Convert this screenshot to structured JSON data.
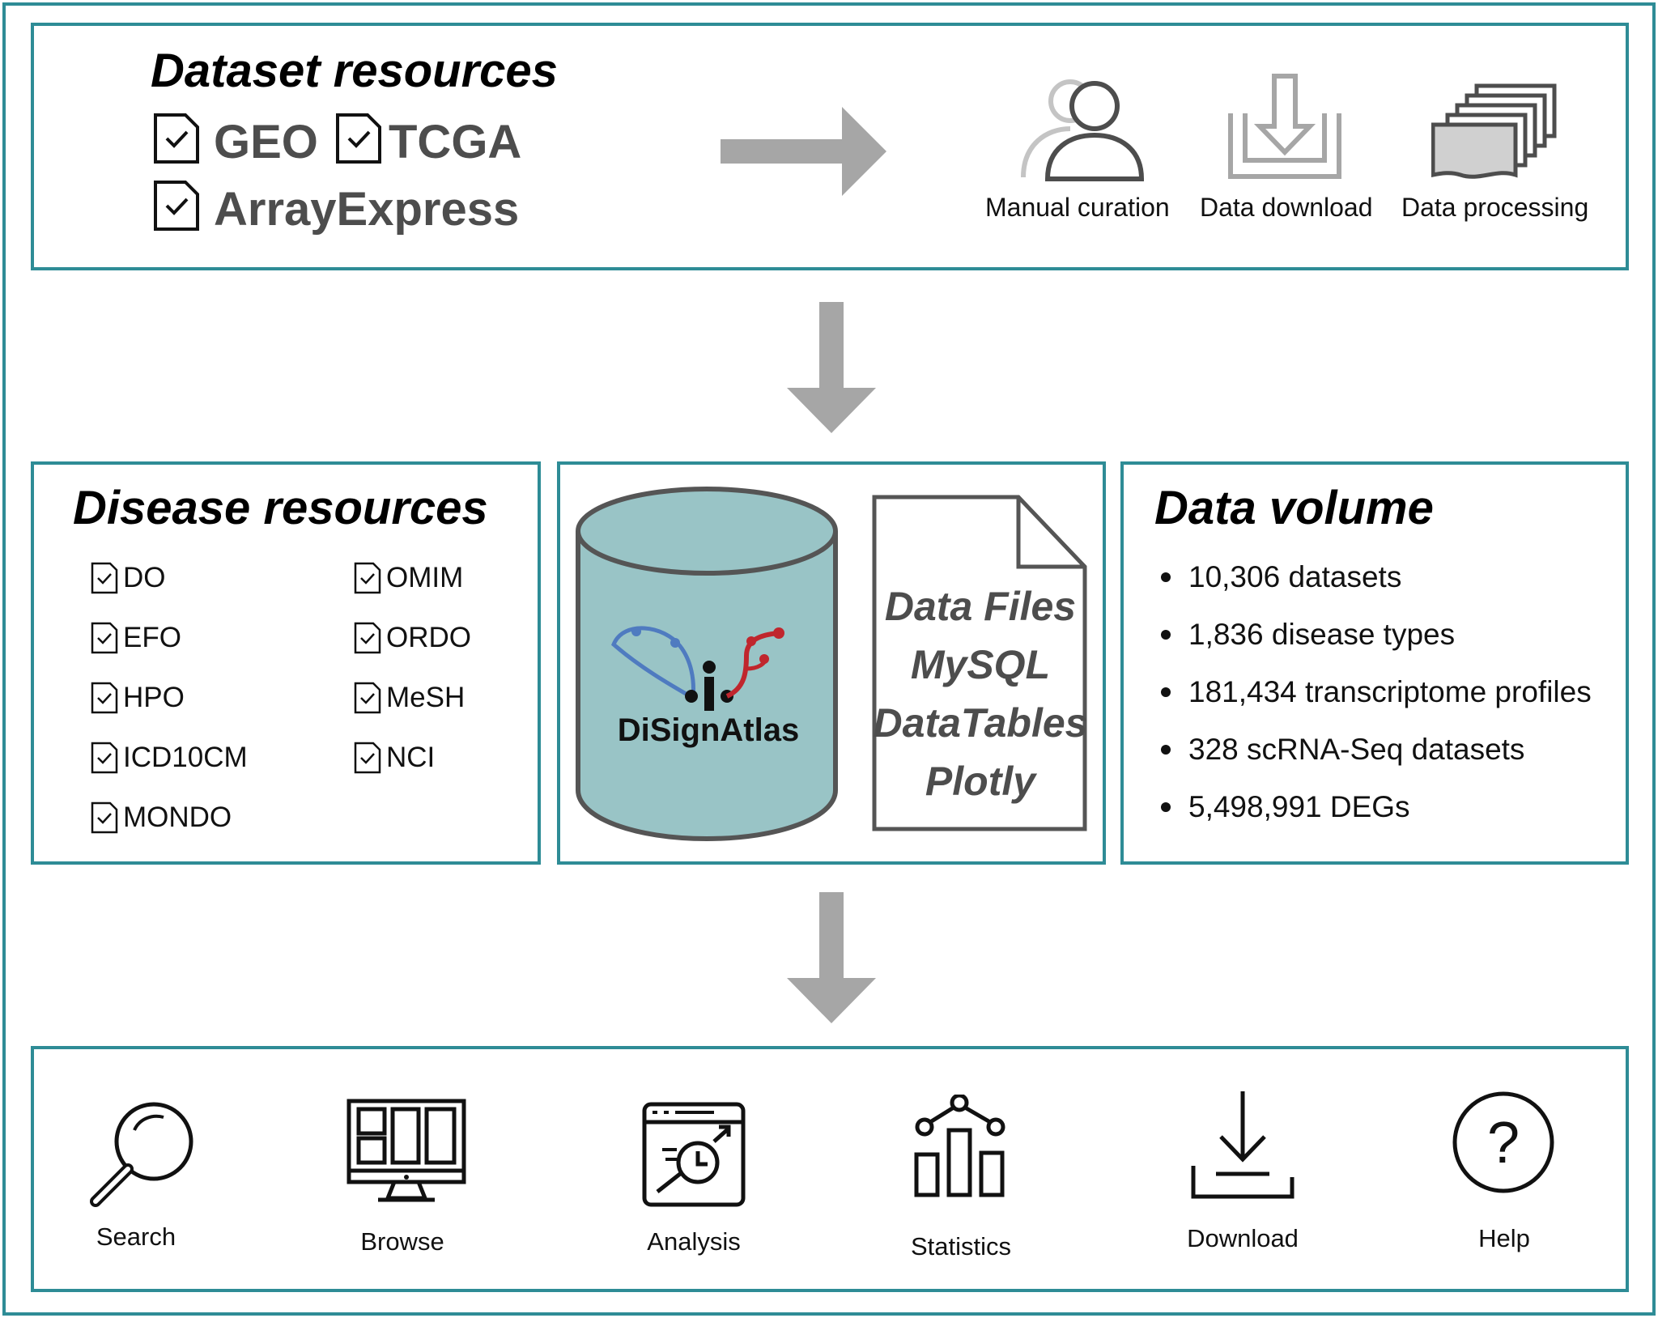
{
  "dataset_resources": {
    "title": "Dataset resources",
    "sources": [
      {
        "label": "GEO",
        "icon": "check-doc-icon"
      },
      {
        "label": "TCGA",
        "icon": "check-doc-icon"
      },
      {
        "label": "ArrayExpress",
        "icon": "check-doc-icon"
      }
    ],
    "steps": [
      {
        "label": "Manual curation",
        "icon": "user-icon"
      },
      {
        "label": "Data download",
        "icon": "tray-download-icon"
      },
      {
        "label": "Data processing",
        "icon": "stacked-files-icon"
      }
    ]
  },
  "disease_resources": {
    "title": "Disease resources",
    "items": [
      "DO",
      "EFO",
      "HPO",
      "ICD10CM",
      "MONDO",
      "OMIM",
      "ORDO",
      "MeSH",
      "NCI"
    ]
  },
  "database": {
    "logo_text": "DiSignAtlas",
    "cylinder_color": "#99c4c6",
    "doc_lines": [
      "Data Files",
      "MySQL",
      "DataTables",
      "Plotly"
    ]
  },
  "data_volume": {
    "title": "Data volume",
    "items": [
      "10,306 datasets",
      "1,836 disease types",
      "181,434 transcriptome profiles",
      "328 scRNA-Seq datasets",
      "5,498,991 DEGs"
    ]
  },
  "features": {
    "items": [
      {
        "label": "Search",
        "icon": "magnifier-icon"
      },
      {
        "label": "Browse",
        "icon": "monitor-grid-icon"
      },
      {
        "label": "Analysis",
        "icon": "analysis-window-icon"
      },
      {
        "label": "Statistics",
        "icon": "bar-chart-icon"
      },
      {
        "label": "Download",
        "icon": "download-icon"
      },
      {
        "label": "Help",
        "icon": "help-circle-icon"
      }
    ]
  },
  "colors": {
    "frame": "#2e8c96",
    "arrow": "#a6a6a6",
    "text_grey": "#4d4d4d"
  }
}
